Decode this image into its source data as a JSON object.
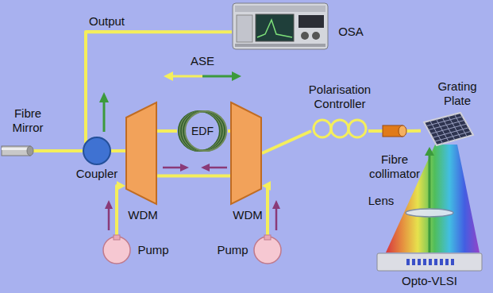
{
  "diagram": {
    "nodes": [
      {
        "text": [
          "OSA"
        ]
      },
      {
        "text": [
          "Fibre Mirror"
        ]
      },
      {
        "text": [
          "Coupler"
        ]
      },
      {
        "text": [
          "WDM"
        ]
      },
      {
        "text": [
          "EDF"
        ]
      },
      {
        "text": [
          "WDM"
        ]
      },
      {
        "text": [
          "Pump"
        ]
      },
      {
        "text": [
          "Pump"
        ]
      },
      {
        "text": [
          "Polarisation Controller"
        ]
      },
      {
        "text": [
          "Fibre collimator"
        ]
      },
      {
        "text": [
          "Grating Plate"
        ]
      },
      {
        "text": [
          "Lens"
        ]
      },
      {
        "text": [
          "Opto-VLSI"
        ]
      }
    ],
    "edges": [
      {
        "from": 2,
        "to": 0,
        "arrow": "none"
      },
      {
        "from": 1,
        "to": 2,
        "arrow": "none"
      },
      {
        "from": 2,
        "to": 3,
        "arrow": "none"
      },
      {
        "from": 3,
        "to": 4,
        "arrow": "none"
      },
      {
        "from": 4,
        "to": 5,
        "arrow": "none"
      },
      {
        "from": 3,
        "to": 5,
        "arrow": "none"
      },
      {
        "from": 6,
        "to": 3,
        "arrow": "to"
      },
      {
        "from": 7,
        "to": 5,
        "arrow": "to"
      },
      {
        "from": 5,
        "to": 8,
        "arrow": "none"
      },
      {
        "from": 8,
        "to": 9,
        "arrow": "none"
      },
      {
        "from": 9,
        "to": 10,
        "arrow": "none"
      },
      {
        "from": 12,
        "to": 11,
        "arrow": "none"
      },
      {
        "from": 11,
        "to": 10,
        "arrow": "to"
      }
    ],
    "labels": [
      "Output",
      "ASE"
    ]
  }
}
